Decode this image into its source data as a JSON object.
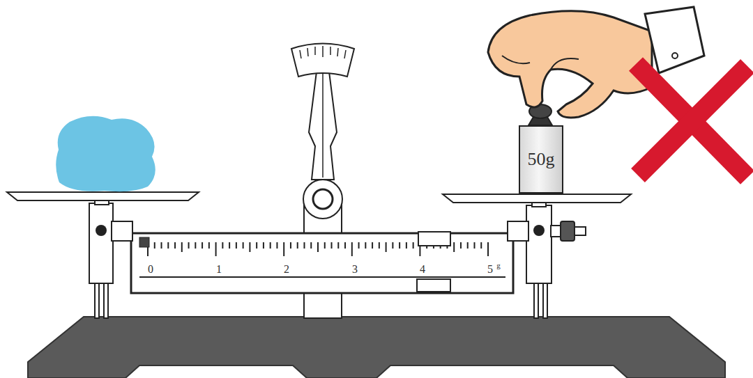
{
  "diagram": {
    "nodes": [
      {
        "text": [
          "50g"
        ]
      }
    ],
    "labels": [
      "0",
      "1",
      "2",
      "3",
      "4",
      "5",
      "g"
    ]
  }
}
